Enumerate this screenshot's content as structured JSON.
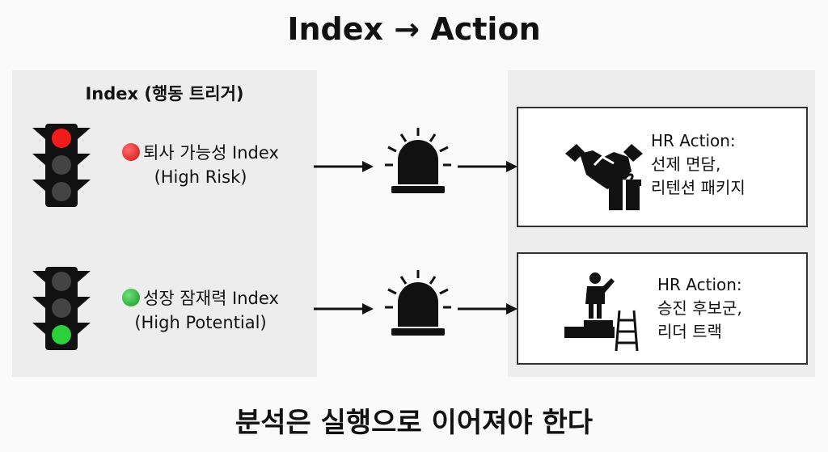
{
  "title": "Index → Action",
  "index_panel": {
    "heading": "Index (행동 트리거)",
    "items": [
      {
        "name": "퇴사 가능성 Index",
        "sub": "(High Risk)",
        "signal": "red",
        "color": "#e01a1a"
      },
      {
        "name": "성장 잠재력 Index",
        "sub": "(High Potential)",
        "signal": "green",
        "color": "#1fb52a"
      }
    ]
  },
  "actions": [
    {
      "heading": "HR Action:",
      "line1": "선제 면담,",
      "line2": "리텐션 패키지",
      "icon": "handshake-gift-icon"
    },
    {
      "heading": "HR Action:",
      "line1": "승진 후보군,",
      "line2": "리더 트랙",
      "icon": "leader-ladder-icon"
    }
  ],
  "footer": "분석은 실행으로 이어져야 한다"
}
